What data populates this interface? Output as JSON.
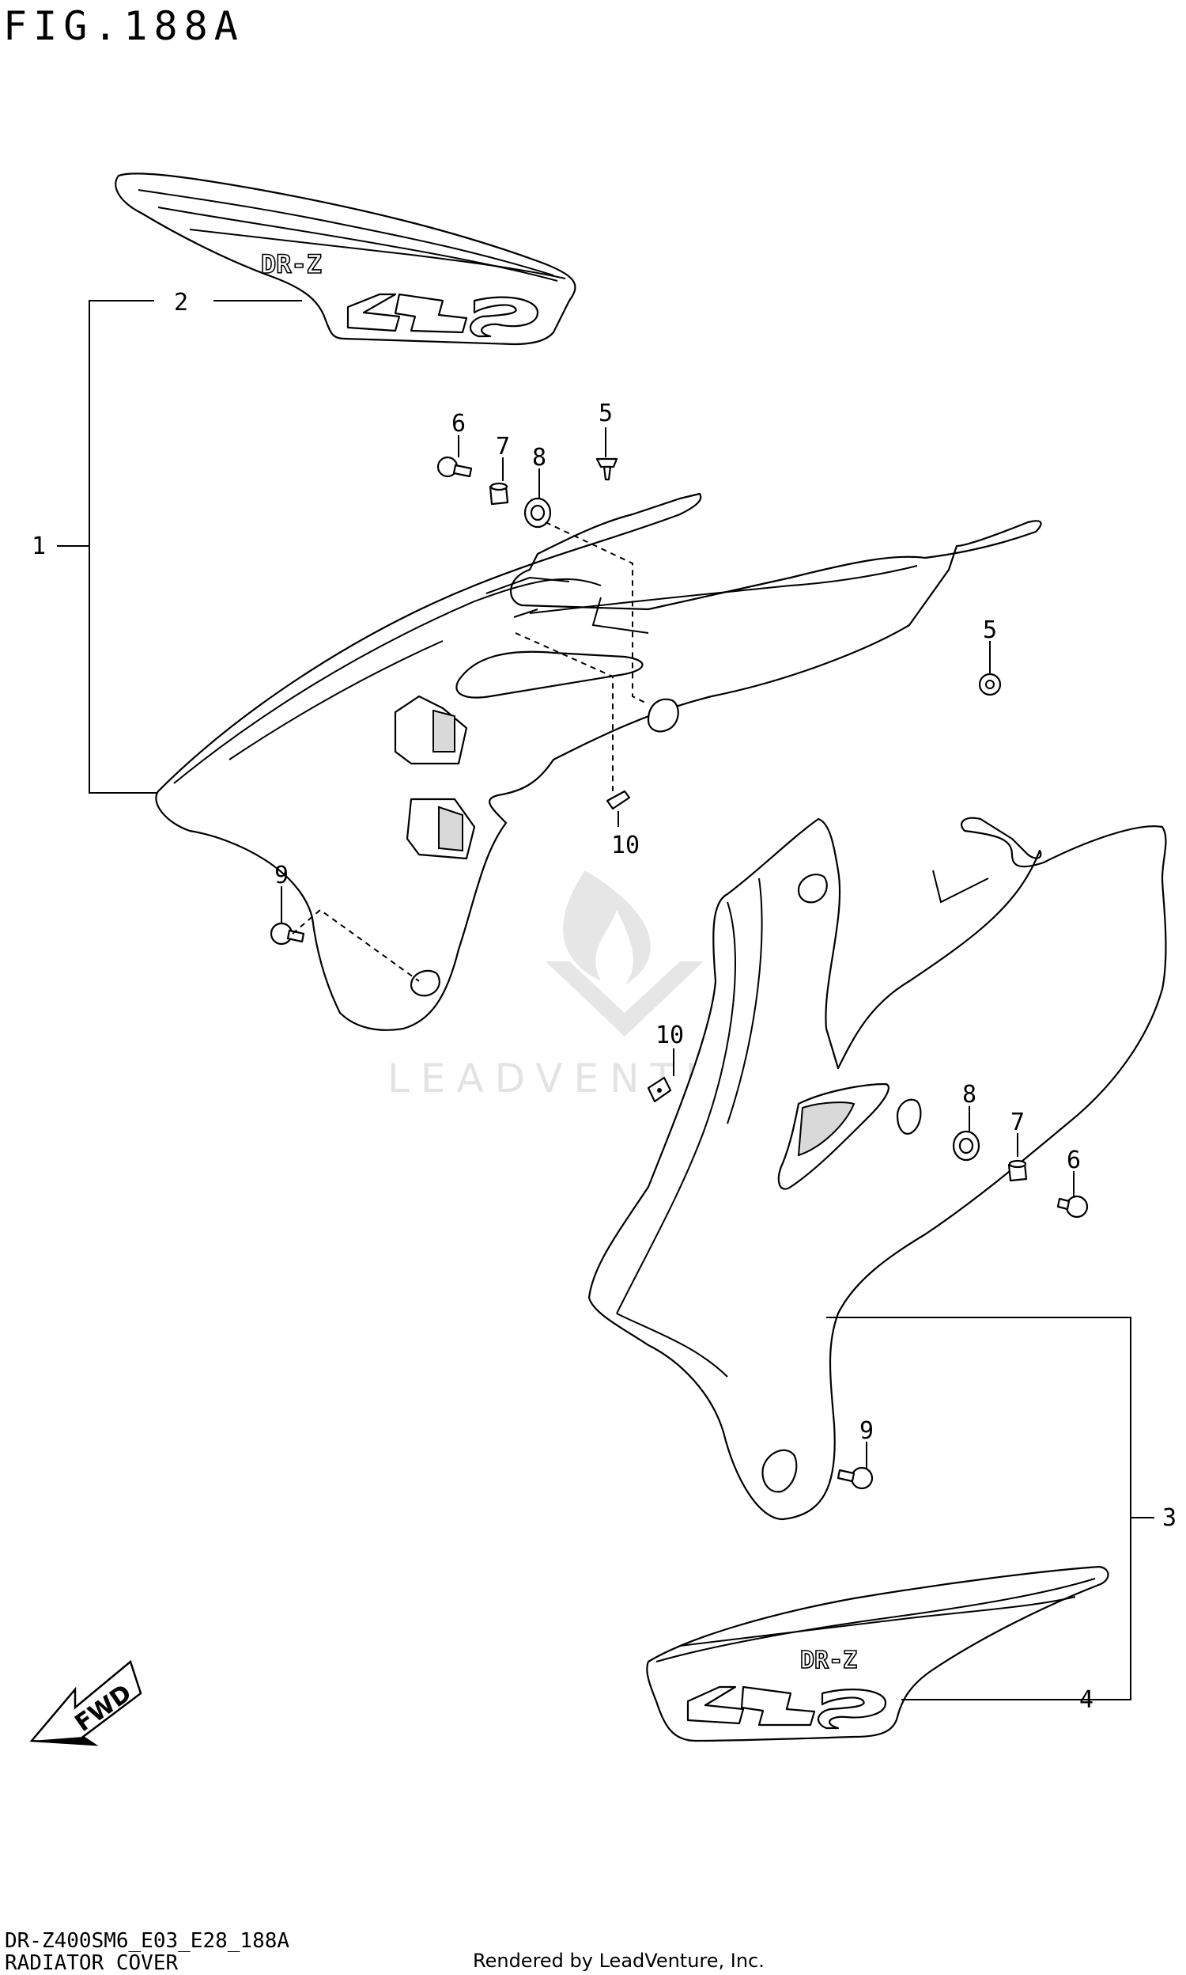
{
  "figure": {
    "title": "FIG.188A"
  },
  "footer": {
    "model_code": "DR-Z400SM6_E03_E28_188A",
    "section_name": "RADIATOR COVER",
    "credit": "Rendered by LeadVenture, Inc."
  },
  "callouts": [
    {
      "label": "1"
    },
    {
      "label": "2"
    },
    {
      "label": "3"
    },
    {
      "label": "4"
    },
    {
      "label": "5"
    },
    {
      "label": "5"
    },
    {
      "label": "6"
    },
    {
      "label": "6"
    },
    {
      "label": "7"
    },
    {
      "label": "7"
    },
    {
      "label": "8"
    },
    {
      "label": "8"
    },
    {
      "label": "9"
    },
    {
      "label": "9"
    },
    {
      "label": "10"
    },
    {
      "label": "10"
    }
  ],
  "decals": {
    "upper_text": "DR-Z",
    "lower_text": "DR-Z",
    "model_badge": "4S"
  },
  "fwd_arrow": {
    "label": "FWD",
    "icon": "fwd-arrow-icon"
  },
  "watermark": {
    "text": "LEADVENTURE"
  }
}
